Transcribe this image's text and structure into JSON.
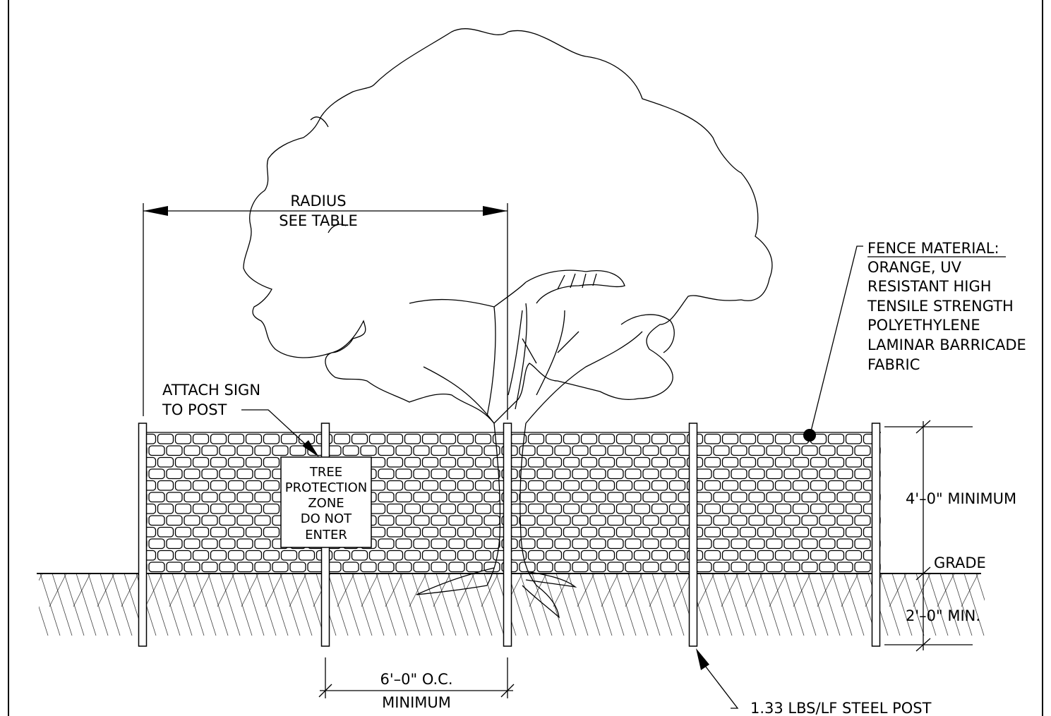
{
  "labels": {
    "radius_line1": "RADIUS",
    "radius_line2": "SEE TABLE",
    "attach_line1": "ATTACH SIGN",
    "attach_line2": "TO POST",
    "sign_lines": [
      "TREE",
      "PROTECTION",
      "ZONE",
      "DO NOT",
      "ENTER"
    ],
    "fence_material_title": "FENCE MATERIAL:",
    "fence_material_lines": [
      "ORANGE, UV",
      "RESISTANT HIGH",
      "TENSILE STRENGTH",
      "POLYETHYLENE",
      "LAMINAR BARRICADE",
      "FABRIC"
    ],
    "height_min": "4'–0\" MINIMUM",
    "grade": "GRADE",
    "depth_min": "2'–0\" MIN.",
    "spacing_line1": "6'–0\" O.C.",
    "spacing_line2": "MINIMUM",
    "post_note": "1.33 LBS/LF STEEL POST"
  }
}
